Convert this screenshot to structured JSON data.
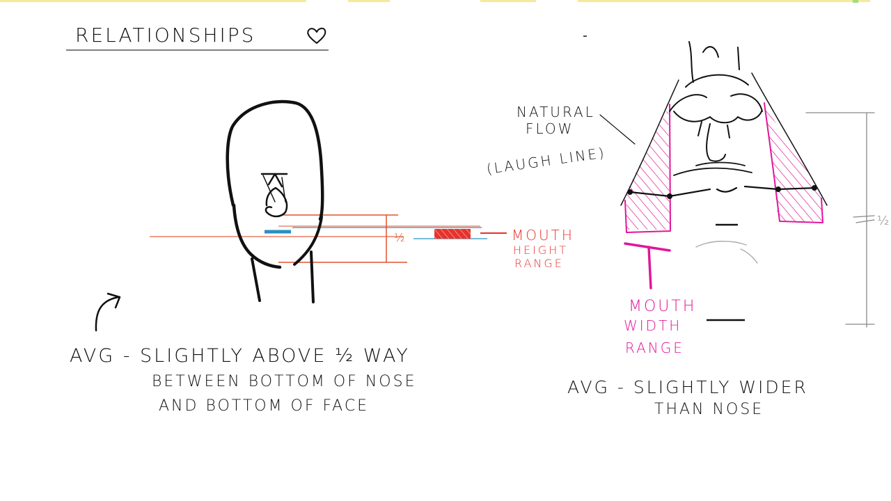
{
  "title": "RELATIONSHIPS",
  "title_icon": "heart-icon",
  "left": {
    "half_mark": "½",
    "mouth_height_label": [
      "MOUTH",
      "HEIGHT",
      "RANGE"
    ],
    "note_lines": [
      "AVG - SLIGHTLY ABOVE ½ WAY",
      "BETWEEN BOTTOM OF NOSE",
      "AND BOTTOM OF FACE"
    ]
  },
  "right": {
    "flow_label": [
      "NATURAL",
      "FLOW"
    ],
    "laugh_line_label": "(LAUGH LINE)",
    "half_mark": "½",
    "mouth_width_label": [
      "MOUTH",
      "WIDTH",
      "RANGE"
    ],
    "note_lines": [
      "AVG - SLIGHTLY WIDER",
      "THAN NOSE"
    ]
  },
  "colors": {
    "ink": "#111111",
    "height_guides": "#e0522e",
    "mouth_line": "#2b8fc0",
    "height_range": "#e8322a",
    "width_range": "#e0169a",
    "measure_gray": "#888888"
  }
}
